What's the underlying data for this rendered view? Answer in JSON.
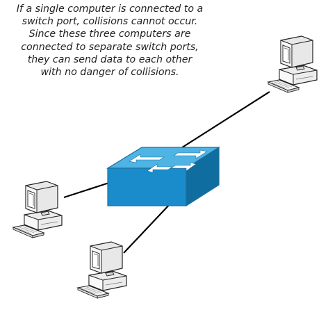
{
  "caption": {
    "lines": [
      "If a single computer is connected to a",
      "switch port, collisions cannot occur.",
      "Since these three computers are",
      "connected to separate switch ports,",
      "they can send data to each other",
      "with no danger of collisions."
    ]
  },
  "colors": {
    "switch_top": "#4fb3e4",
    "switch_front": "#1a8ccc",
    "switch_side": "#0f6e9f",
    "computer_body": "#eeeeee",
    "computer_outline": "#222222",
    "screen": "#f6f6f6",
    "cable": "#000000"
  },
  "icons": [
    "switch-icon",
    "computer-icon"
  ]
}
